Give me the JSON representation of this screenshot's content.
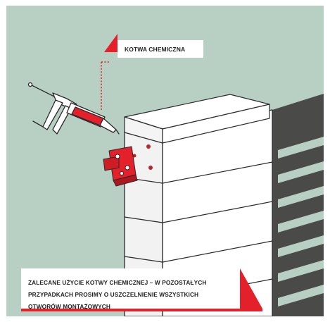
{
  "callouts": {
    "top": "KOTWA CHEMICZNA",
    "bottom_line1": "ZALECANE UŻYCIE KOTWY CHEMICZNEJ – W POZOSTAŁYCH",
    "bottom_line2": "PRZYPADKACH PROSIMY O USZCZELNIENIE WSZYSTKICH",
    "bottom_line3": "OTWORÓW MONTAŻOWYCH"
  },
  "colors": {
    "background": "#b8d0c4",
    "accent_red": "#e4202a",
    "wall_dark": "#4a4a48",
    "block_white": "#ffffff",
    "outline": "#2a2a2a"
  },
  "icons": [
    "caulking-gun-icon",
    "mounting-bracket-icon",
    "chimney-block-icon"
  ]
}
